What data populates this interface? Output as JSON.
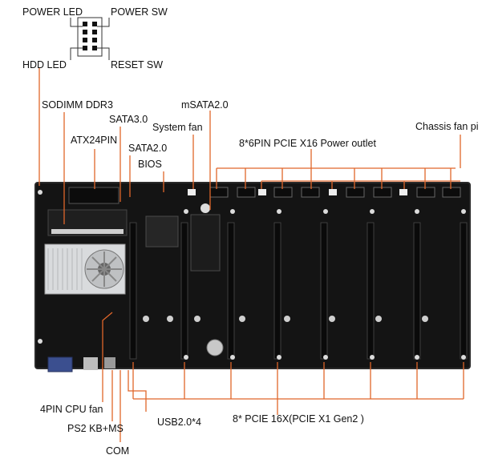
{
  "labels": {
    "power_led": "POWER LED",
    "power_sw": "POWER SW",
    "hdd_led": "HDD  LED",
    "reset_sw": "RESET SW",
    "sodimm": "SODIMM DDR3",
    "sata3": "SATA3.0",
    "atx24": "ATX24PIN",
    "sata2": "SATA2.0",
    "bios": "BIOS",
    "msata": "mSATA2.0",
    "system_fan": "System fan",
    "pcie_power": "8*6PIN PCIE X16 Power outlet",
    "chassis_fan": "Chassis fan pi",
    "cpu_fan": "4PIN CPU  fan",
    "ps2": "PS2 KB+MS",
    "com": "COM",
    "usb": "USB2.0*4",
    "pcie_slots": "8* PCIE 16X(PCIE X1 Gen2 )"
  },
  "colors": {
    "board": "#141414",
    "slot": "#0b0b0b",
    "leader": "#e0662a",
    "text": "#111111",
    "heatsink": "#d9dbdd",
    "io_blue": "#3b4f8f"
  },
  "icons": {
    "panel_header": "pin-header-icon",
    "cpu_heatsink": "fan-heatsink-icon",
    "cmos_battery": "coin-battery-icon"
  },
  "board": {
    "pcie_slot_count": 8,
    "power_connector_count": 8
  }
}
